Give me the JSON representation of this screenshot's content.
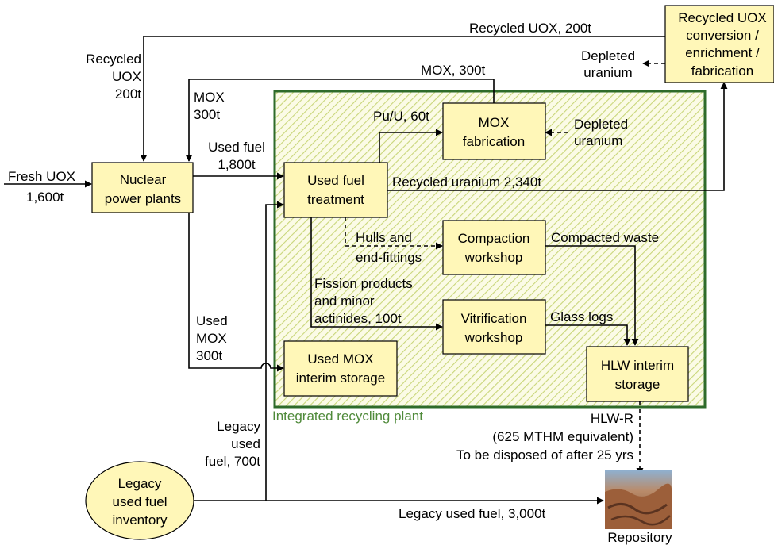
{
  "boxes": {
    "nuclear": [
      "Nuclear",
      "power plants"
    ],
    "treatment": [
      "Used fuel",
      "treatment"
    ],
    "mox_fab": [
      "MOX",
      "fabrication"
    ],
    "compaction": [
      "Compaction",
      "workshop"
    ],
    "vitrification": [
      "Vitrification",
      "workshop"
    ],
    "mox_storage": [
      "Used MOX",
      "interim storage"
    ],
    "hlw": [
      "HLW interim",
      "storage"
    ],
    "legacy": [
      "Legacy",
      "used fuel",
      "inventory"
    ],
    "recycled_uox": [
      "Recycled UOX",
      "conversion /",
      "enrichment /",
      "fabrication"
    ]
  },
  "labels": {
    "fresh_uox": [
      "Fresh UOX",
      "1,600t"
    ],
    "recycled_uox_top": "Recycled UOX, 200t",
    "recycled_uox_left": [
      "Recycled",
      "UOX",
      "200t"
    ],
    "mox_top": "MOX, 300t",
    "mox_left": [
      "MOX",
      "300t"
    ],
    "depleted_top": [
      "Depleted",
      "uranium"
    ],
    "pu_u": "Pu/U, 60t",
    "depleted_mox": [
      "Depleted",
      "uranium"
    ],
    "used_fuel": [
      "Used fuel",
      "1,800t"
    ],
    "recycled_uranium": "Recycled uranium 2,340t",
    "hulls": [
      "Hulls and",
      "end-fittings"
    ],
    "compacted": "Compacted waste",
    "fission": [
      "Fission products",
      "and minor",
      "actinides, 100t"
    ],
    "glass": "Glass logs",
    "used_mox": [
      "Used",
      "MOX",
      "300t"
    ],
    "legacy_used": [
      "Legacy",
      "used",
      "fuel, 700t"
    ],
    "integrated": "Integrated recycling plant",
    "hlw_r": [
      "HLW-R",
      "(625 MTHM equivalent)",
      "To be disposed of after 25 yrs"
    ],
    "legacy_3000": "Legacy used fuel, 3,000t",
    "repository": "Repository"
  },
  "colors": {
    "box_fill": "#fff7b8",
    "plant_border": "#2e6b2a",
    "plant_label": "#4f8a3a",
    "hatch": "#c9d67a"
  },
  "icons": {
    "repository": "desert-landscape-photo"
  }
}
